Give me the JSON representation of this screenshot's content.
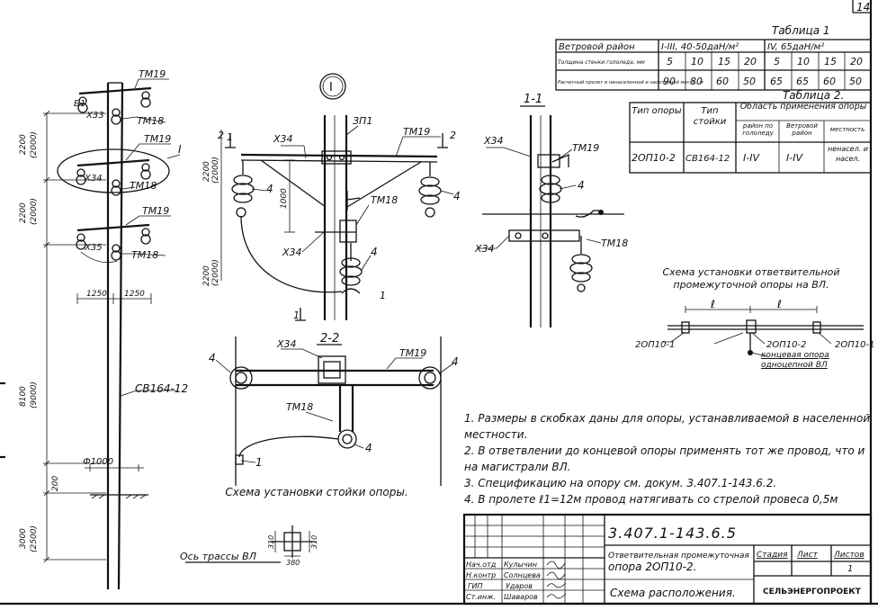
{
  "page_number": "14",
  "table1": {
    "title": "Таблица 1",
    "row1_label": "Ветровой район",
    "wind_groups": [
      "I-III, 40-50даН/м²",
      "IV, 65даН/м²"
    ],
    "row2_label": "Толщина стенки гололеда, мм",
    "ice_thickness": [
      "5",
      "10",
      "15",
      "20",
      "5",
      "10",
      "15",
      "20"
    ],
    "row3_label": "Расчетный пролет в ненаселенной и населенной местн., м",
    "span_values": [
      "90",
      "80",
      "60",
      "50",
      "65",
      "65",
      "60",
      "50"
    ]
  },
  "table2": {
    "title": "Таблица 2.",
    "headers": [
      "Тип опоры",
      "Тип стойки",
      "Область применения опоры"
    ],
    "subheaders": [
      "район по гололеду",
      "Ветровой район",
      "местность"
    ],
    "row": [
      "2ОП10-2",
      "СВ164-12",
      "I-IV",
      "I-IV",
      "ненасел. и насел."
    ]
  },
  "left_view": {
    "labels": [
      "ТМ19",
      "Б1",
      "Х33",
      "ТМ18",
      "ТМ19",
      "I",
      "Х34",
      "ТМ18",
      "ТМ19",
      "Х35",
      "ТМ18",
      "СВ164-12",
      "Ф1000"
    ],
    "dims_vertical": [
      "2200",
      "(2000)",
      "2200",
      "(2000)",
      "8100",
      "(9000)",
      "200",
      "3000",
      "(2500)"
    ],
    "dims_horizontal": [
      "1250",
      "1250"
    ]
  },
  "detail_I": {
    "callout": "I",
    "labels": [
      "Х34",
      "ЗП1",
      "ТМ19",
      "2",
      "2",
      "4",
      "4",
      "ТМ18",
      "Х34",
      "4",
      "1",
      "1",
      "1"
    ],
    "dims": [
      "1000",
      "2200",
      "(2000)",
      "2200",
      "(2000)"
    ]
  },
  "section_11": {
    "title": "1-1",
    "labels": [
      "Х34",
      "ТМ19",
      "4",
      "Х34",
      "ТМ18"
    ]
  },
  "section_22": {
    "title": "2-2",
    "labels": [
      "Х34",
      "ТМ19",
      "4",
      "4",
      "ТМ18",
      "4",
      "1"
    ]
  },
  "scheme_branch": {
    "title": "Схема установки ответвительной промежуточной опоры на ВЛ.",
    "labels": [
      "ℓ",
      "ℓ",
      "2ОП10-1",
      "2ОП10-2",
      "2ОП10-1"
    ],
    "note": "концевая опора одноцепной ВЛ"
  },
  "scheme_post": {
    "title": "Схема установки стойки опоры.",
    "axis_label": "Ось трассы ВЛ",
    "dims": [
      "310",
      "310",
      "380"
    ]
  },
  "notes": [
    "1. Размеры в скобках даны для опоры, устанавливаемой в населенной местности.",
    "2. В ответвлении до концевой опоры применять тот же провод, что и на магистрали ВЛ.",
    "3. Спецификацию на опору см. докум. 3.407.1-143.6.2.",
    "4. В пролете ℓ1=12м провод натягивать со стрелой провеса 0,5м"
  ],
  "title_block": {
    "doc_code": "3.407.1-143.6.5",
    "name_line1": "Ответвительная промежуточная",
    "name_line2": "опора 2ОП10-2.",
    "subtitle": "Схема расположения.",
    "stage_header": "Стадия",
    "sheet_header": "Лист",
    "sheets_header": "Листов",
    "sheets_value": "1",
    "org": "СЕЛЬЭНЕРГОПРОЕКТ",
    "roles": [
      "Нач.отд",
      "Н.контр",
      "ГИП",
      "Ст.инж."
    ],
    "names": [
      "Кулычин",
      "Солнцева",
      "Ударов",
      "Шаваров"
    ]
  }
}
